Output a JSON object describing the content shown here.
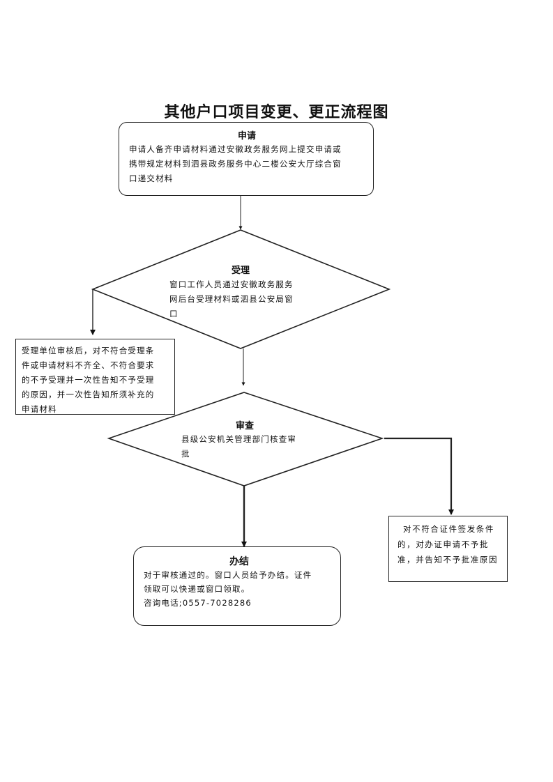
{
  "title": "其他户口项目变更、更正流程图",
  "steps": {
    "apply": {
      "heading": "申请",
      "lines": [
        "申请人备齐申请材料通过安徽政务服务网上提交申请或",
        "携带规定材料到泗县政务服务中心二楼公安大厅综合窗",
        "口递交材料"
      ]
    },
    "accept": {
      "heading": "受理",
      "lines": [
        "窗口工作人员通过安徽政务服务",
        "网后台受理材料或泗县公安局窗",
        "口"
      ]
    },
    "reject_accept": {
      "lines": [
        "受理单位审核后，对不符合受理条",
        "件或申请材料不齐全、不符合要求",
        "的不予受理并一次性告知不予受理",
        "的原因，并一次性告知所须补充的",
        "申请材料"
      ]
    },
    "review": {
      "heading": "审查",
      "lines": [
        "县级公安机关管理部门核查审",
        "批"
      ]
    },
    "reject_review": {
      "lines": [
        "对不符合证件签发条件",
        "的，对办证申请不予批",
        "准，并告知不予批准原因"
      ]
    },
    "finish": {
      "heading": "办结",
      "lines": [
        "对于审核通过的。窗口人员给予办结。证件",
        "领取可以快递或窗口领取。",
        "咨询电话;0557-7028286"
      ]
    }
  }
}
